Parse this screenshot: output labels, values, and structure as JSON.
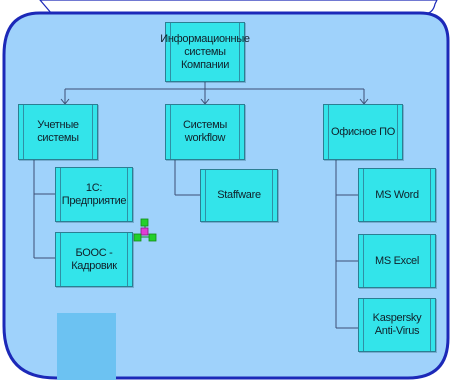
{
  "colors": {
    "panel_fill": "#9fd2fb",
    "panel_border": "#1c29b8",
    "node_fill": "#33e4ea",
    "node_border": "#2b7f93",
    "connector": "#3d4f74",
    "selection_handle": "#22d02a",
    "selection_center": "#e13cd6",
    "placeholder_fill": "#6cc2f2"
  },
  "nodes": {
    "root": "Информационные\nсистемы\nКомпании",
    "accounting": "Учетные\nсистемы",
    "workflow": "Системы\nworkflow",
    "office": "Офисное ПО",
    "c1": "1С:\nПредприятие",
    "boos": "БООС -\nКадровик",
    "staffware": "Staffware",
    "msword": "MS Word",
    "msexcel": "MS Excel",
    "kaspersky": "Kaspersky\nAnti-Virus"
  }
}
